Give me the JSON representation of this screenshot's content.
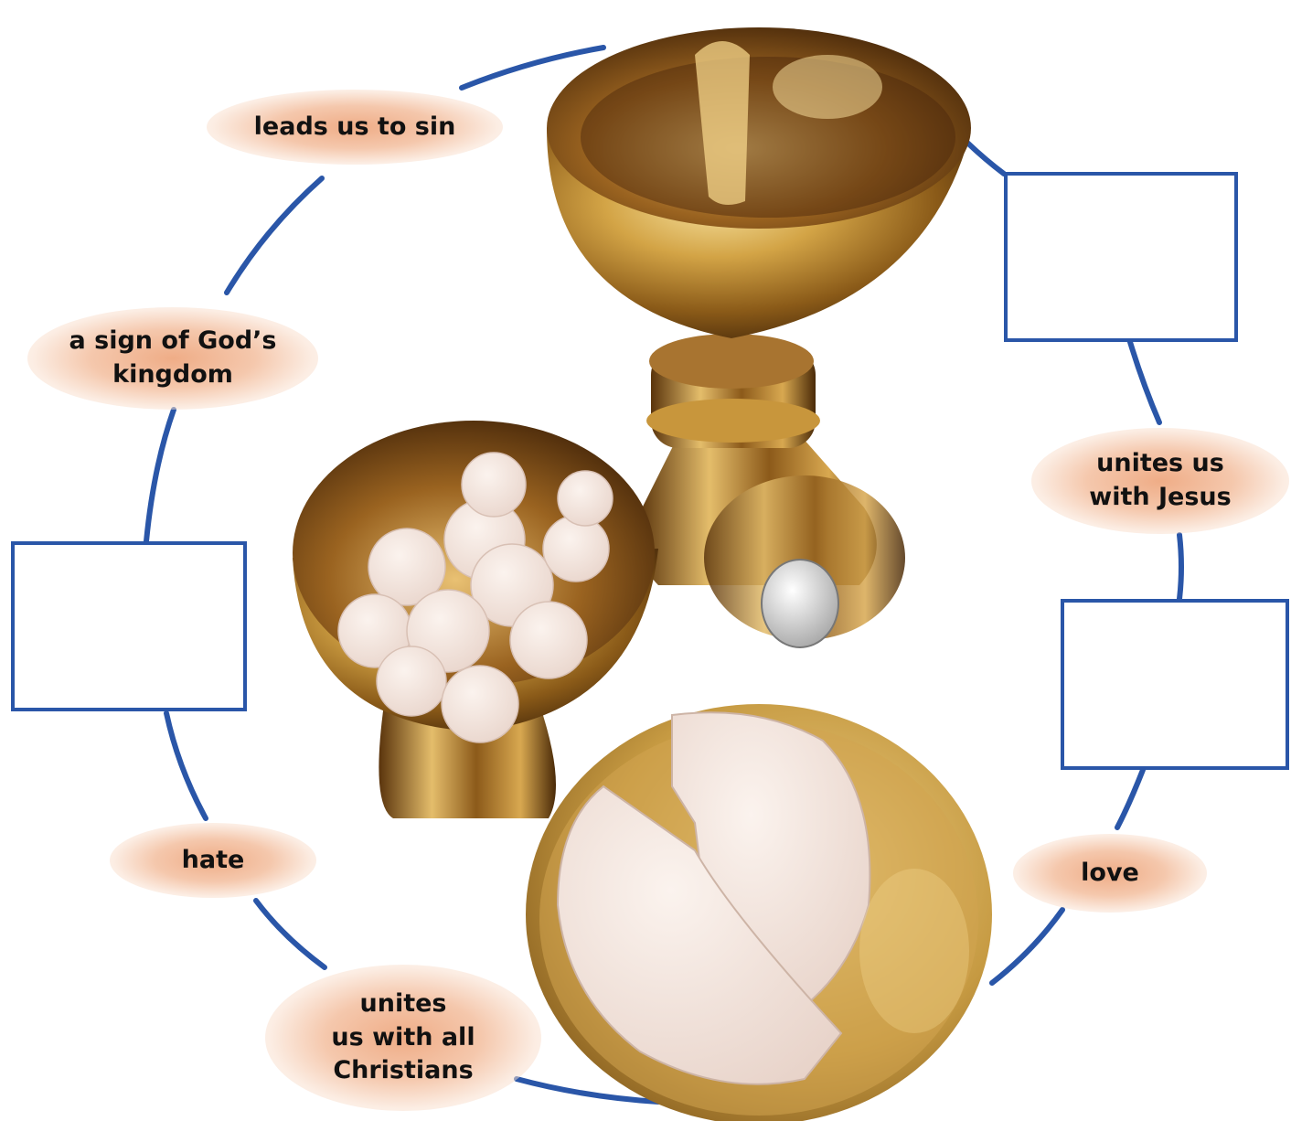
{
  "diagram": {
    "labels": [
      {
        "id": "leads-us-to-sin",
        "text": "leads us to sin"
      },
      {
        "id": "sign-of-gods-kingdom",
        "text": "a sign of God’s\nkingdom"
      },
      {
        "id": "unites-us-with-jesus",
        "text": "unites us\nwith Jesus"
      },
      {
        "id": "hate",
        "text": "hate"
      },
      {
        "id": "love",
        "text": "love"
      },
      {
        "id": "unites-us-with-all-christians",
        "text": "unites\nus with all\nChristians"
      }
    ],
    "blank_boxes": [
      "blank-box-top-right",
      "blank-box-left",
      "blank-box-right"
    ]
  },
  "colors": {
    "ring": "#2a56a8",
    "bubble": "#f0b08c",
    "gold": "#b8862a"
  },
  "icons": {
    "chalice": "chalice-photo",
    "ciborium": "ciborium-with-hosts",
    "paten": "paten-with-large-host"
  }
}
